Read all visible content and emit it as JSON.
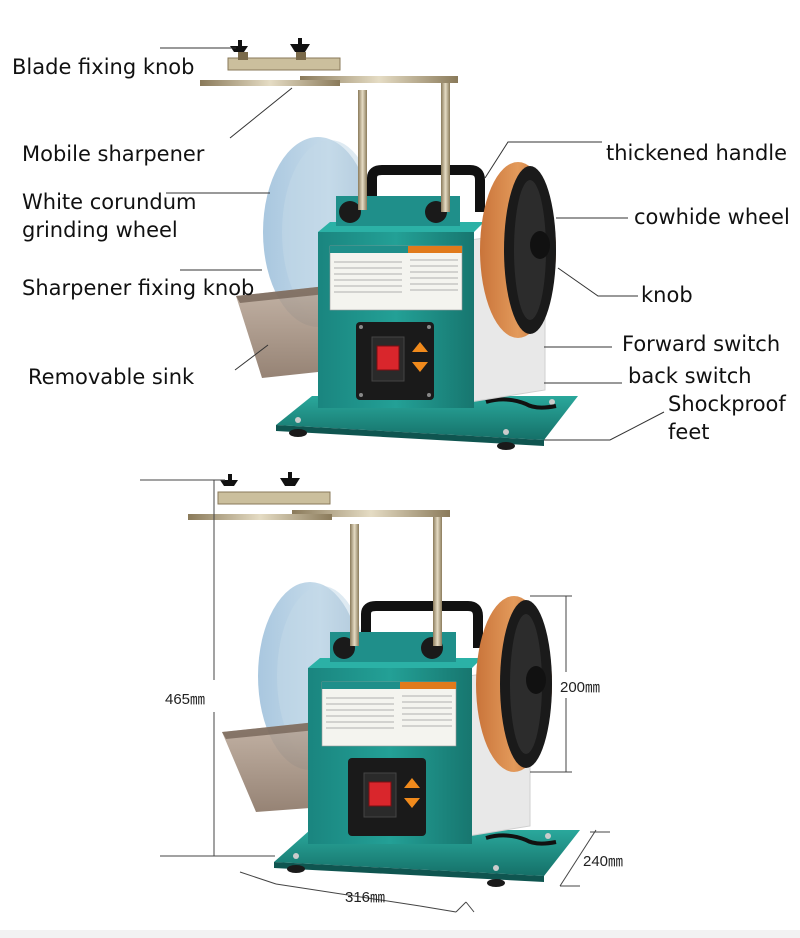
{
  "callouts": {
    "blade_fixing_knob": "Blade fixing knob",
    "mobile_sharpener": "Mobile sharpener",
    "white_wheel_line1": "White corundum",
    "white_wheel_line2": "grinding wheel",
    "sharpener_fixing_knob": "Sharpener fixing knob",
    "removable_sink": "Removable sink",
    "thickened_handle": "thickened handle",
    "cowhide_wheel": "cowhide wheel",
    "knob": "knob",
    "forward_switch": "Forward switch",
    "back_switch": "back switch",
    "shockproof_line1": "Shockproof",
    "shockproof_line2": "feet"
  },
  "dimensions": {
    "height": "465㎜",
    "wheel_diameter": "200㎜",
    "depth": "240㎜",
    "width": "316㎜"
  },
  "colors": {
    "body_teal": "#1f8f8a",
    "body_teal_dark": "#176f6b",
    "wheel_blue": "#b9d3e6",
    "cowhide": "#d98a4c",
    "switch_red": "#d9262c",
    "arrow_orange": "#f08a1c"
  }
}
